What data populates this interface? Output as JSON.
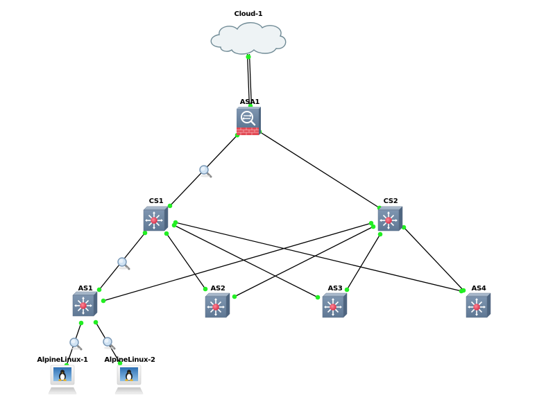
{
  "topology": {
    "nodes": [
      {
        "id": "cloud1",
        "label": "Cloud-1",
        "type": "cloud",
        "icon": "cloud-icon"
      },
      {
        "id": "asa1",
        "label": "ASA1",
        "type": "firewall",
        "icon": "asa-firewall-icon"
      },
      {
        "id": "cs1",
        "label": "CS1",
        "type": "multilayer-switch",
        "icon": "multilayer-switch-icon"
      },
      {
        "id": "cs2",
        "label": "CS2",
        "type": "multilayer-switch",
        "icon": "multilayer-switch-icon"
      },
      {
        "id": "as1",
        "label": "AS1",
        "type": "multilayer-switch",
        "icon": "multilayer-switch-icon"
      },
      {
        "id": "as2",
        "label": "AS2",
        "type": "multilayer-switch",
        "icon": "multilayer-switch-icon"
      },
      {
        "id": "as3",
        "label": "AS3",
        "type": "multilayer-switch",
        "icon": "multilayer-switch-icon"
      },
      {
        "id": "as4",
        "label": "AS4",
        "type": "multilayer-switch",
        "icon": "multilayer-switch-icon"
      },
      {
        "id": "alpine1",
        "label": "AlpineLinux-1",
        "type": "linux-host",
        "icon": "linux-host-icon"
      },
      {
        "id": "alpine2",
        "label": "AlpineLinux-2",
        "type": "linux-host",
        "icon": "linux-host-icon"
      }
    ],
    "links": [
      {
        "from": "cloud1",
        "to": "asa1",
        "status": "up",
        "capture": false
      },
      {
        "from": "asa1",
        "to": "cs1",
        "status": "up",
        "capture": true
      },
      {
        "from": "asa1",
        "to": "cs2",
        "status": "up",
        "capture": false
      },
      {
        "from": "cs1",
        "to": "as1",
        "status": "up",
        "capture": true
      },
      {
        "from": "cs1",
        "to": "as2",
        "status": "up",
        "capture": false
      },
      {
        "from": "cs1",
        "to": "as3",
        "status": "up",
        "capture": false
      },
      {
        "from": "cs1",
        "to": "as4",
        "status": "up",
        "capture": false
      },
      {
        "from": "cs2",
        "to": "as1",
        "status": "up",
        "capture": false
      },
      {
        "from": "cs2",
        "to": "as2",
        "status": "up",
        "capture": false
      },
      {
        "from": "cs2",
        "to": "as3",
        "status": "up",
        "capture": false
      },
      {
        "from": "cs2",
        "to": "as4",
        "status": "up",
        "capture": false
      },
      {
        "from": "as1",
        "to": "alpine1",
        "status": "up",
        "capture": true
      },
      {
        "from": "as1",
        "to": "alpine2",
        "status": "up",
        "capture": true
      }
    ],
    "colors": {
      "link": "#000000",
      "port_up": "#22ee22",
      "switch_body": "#6f87a3",
      "switch_center": "#e0445c",
      "firewall_bricks": "#e24a55",
      "cloud_fill": "#eef3f5",
      "cloud_stroke": "#6f8a95"
    }
  }
}
